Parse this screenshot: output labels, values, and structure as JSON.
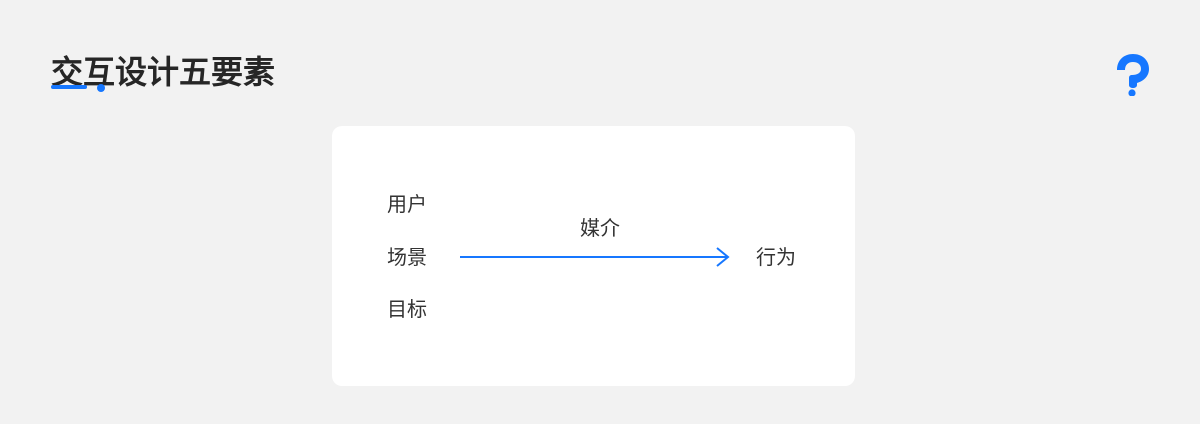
{
  "header": {
    "title": "交互设计五要素"
  },
  "diagram": {
    "inputs": [
      "用户",
      "场景",
      "目标"
    ],
    "connector_label": "媒介",
    "output": "行为"
  },
  "colors": {
    "accent": "#1677ff",
    "background": "#f2f2f2",
    "card": "#ffffff",
    "text": "#262626"
  },
  "icons": {
    "logo": "map-pin-logo-icon"
  }
}
